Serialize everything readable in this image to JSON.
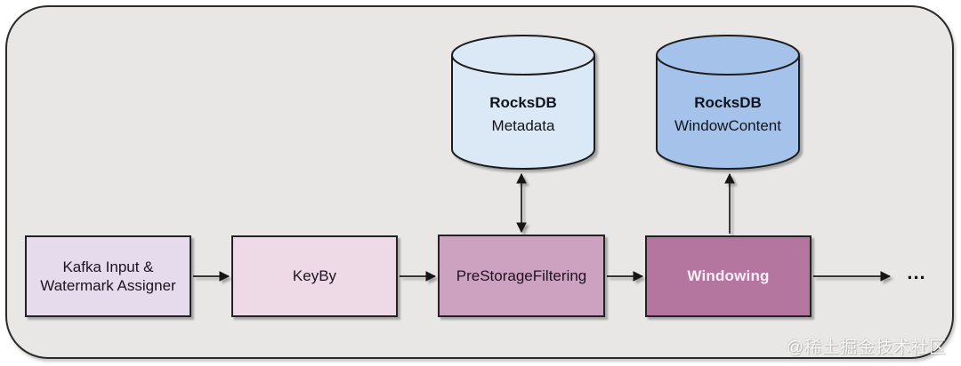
{
  "canvas": {
    "frame_fill": "#e8e7e6"
  },
  "pipeline": {
    "kafka": {
      "label": "Kafka Input &\nWatermark Assigner",
      "fill": "#e6dbec"
    },
    "keyby": {
      "label": "KeyBy",
      "fill": "#eed9e6"
    },
    "prestorage": {
      "label": "PreStorageFiltering",
      "fill": "#cda2c0"
    },
    "windowing": {
      "label": "Windowing",
      "fill": "#b4759e",
      "text_color": "#fdeef9"
    },
    "ellipsis": "..."
  },
  "databases": {
    "metadata": {
      "title": "RocksDB",
      "subtitle": "Metadata",
      "fill": "#dbe8f6"
    },
    "window_content": {
      "title": "RocksDB",
      "subtitle": "WindowContent",
      "fill": "#a5c3ea"
    }
  },
  "watermark": "@稀土掘金技术社区"
}
